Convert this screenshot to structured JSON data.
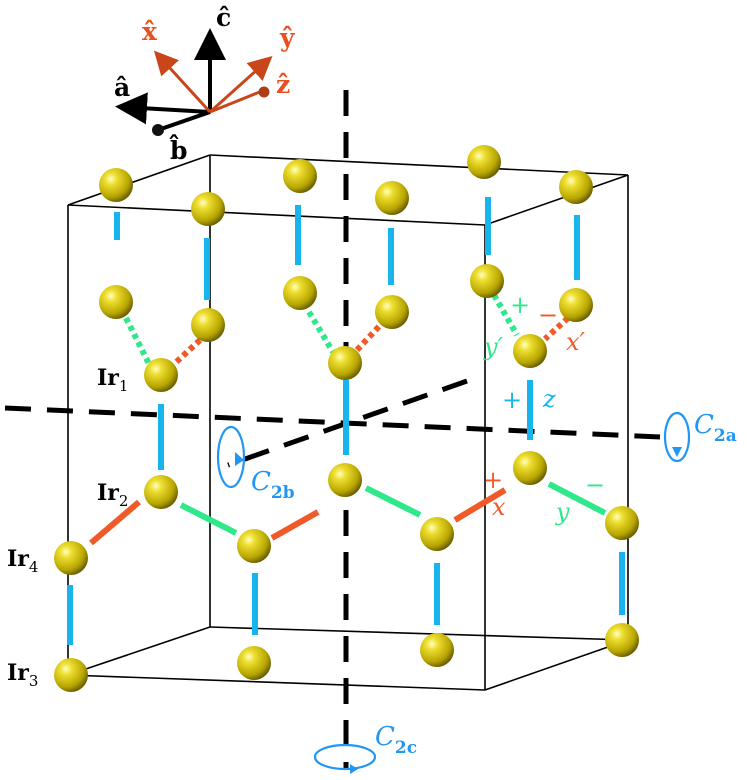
{
  "axes": {
    "a": "â",
    "b": "b̂",
    "c": "ĉ",
    "x": "x̂",
    "y": "ŷ",
    "z": "ẑ"
  },
  "ir_labels": {
    "ir1": {
      "main": "Ir",
      "sub": "1"
    },
    "ir2": {
      "main": "Ir",
      "sub": "2"
    },
    "ir3": {
      "main": "Ir",
      "sub": "3"
    },
    "ir4": {
      "main": "Ir",
      "sub": "4"
    }
  },
  "rotations": {
    "c2a": {
      "main": "C",
      "sub": "2a"
    },
    "c2b": {
      "main": "C",
      "sub": "2b"
    },
    "c2c": {
      "main": "C",
      "sub": "2c"
    }
  },
  "bond_labels": {
    "plus": "+",
    "minus": "−",
    "x": "x",
    "y": "y",
    "z": "z",
    "x_prime": "x′",
    "y_prime": "y′"
  },
  "colors": {
    "atom": "#d4c400",
    "z_bond": "#18b4ee",
    "x_bond": "#f05a28",
    "y_bond": "#2ee88a",
    "axis_red": "#e8501e",
    "rot_blue": "#2196f3"
  }
}
